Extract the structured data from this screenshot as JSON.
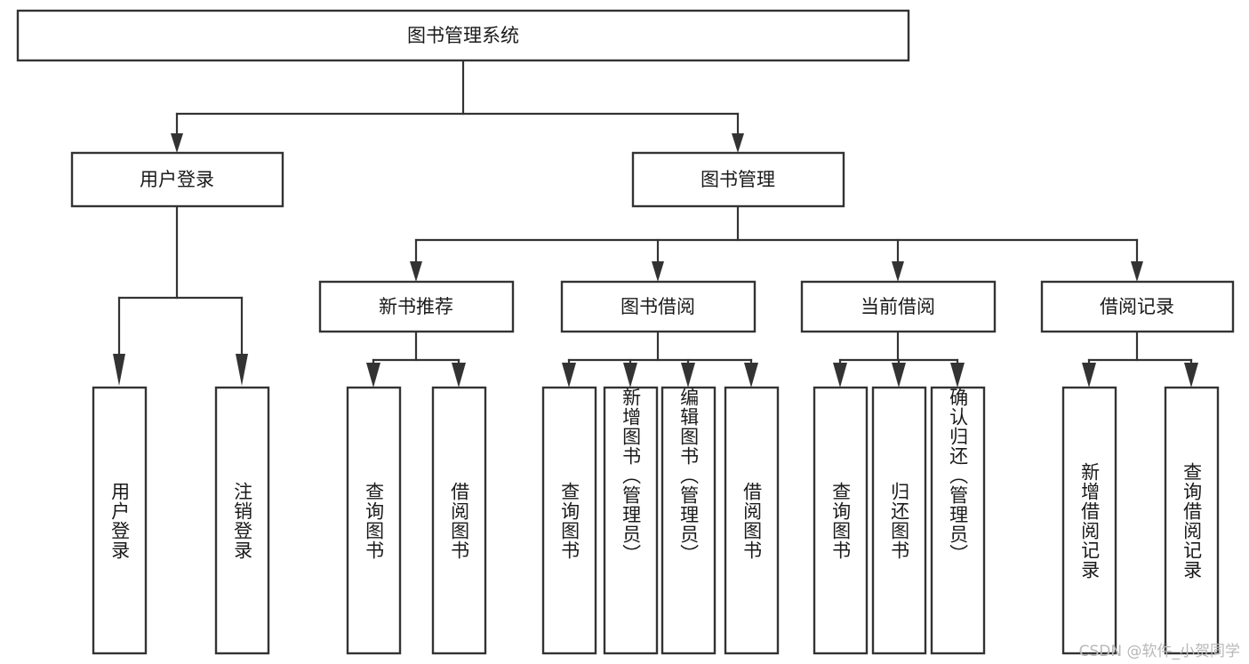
{
  "diagram": {
    "type": "tree-hierarchy-flowchart",
    "title": "图书管理系统",
    "root": {
      "id": "root",
      "label": "图书管理系统",
      "orientation": "horizontal"
    },
    "level1": [
      {
        "id": "user-login",
        "label": "用户登录",
        "orientation": "horizontal"
      },
      {
        "id": "book-management",
        "label": "图书管理",
        "orientation": "horizontal"
      }
    ],
    "level2": [
      {
        "id": "new-book-recommend",
        "label": "新书推荐",
        "parent": "book-management",
        "orientation": "horizontal"
      },
      {
        "id": "book-borrow",
        "label": "图书借阅",
        "parent": "book-management",
        "orientation": "horizontal"
      },
      {
        "id": "current-borrow",
        "label": "当前借阅",
        "parent": "book-management",
        "orientation": "horizontal"
      },
      {
        "id": "borrow-record",
        "label": "借阅记录",
        "parent": "book-management",
        "orientation": "horizontal"
      }
    ],
    "leaves": [
      {
        "id": "leaf-user-login",
        "label": "用户登录",
        "parent": "user-login",
        "orientation": "vertical"
      },
      {
        "id": "leaf-logout-login",
        "label": "注销登录",
        "parent": "user-login",
        "orientation": "vertical"
      },
      {
        "id": "leaf-query-book-1",
        "label": "查询图书",
        "parent": "new-book-recommend",
        "orientation": "vertical"
      },
      {
        "id": "leaf-borrow-book-1",
        "label": "借阅图书",
        "parent": "new-book-recommend",
        "orientation": "vertical"
      },
      {
        "id": "leaf-query-book-2",
        "label": "查询图书",
        "parent": "book-borrow",
        "orientation": "vertical"
      },
      {
        "id": "leaf-add-book",
        "label": "新增图书（管理员）",
        "parent": "book-borrow",
        "orientation": "vertical"
      },
      {
        "id": "leaf-edit-book",
        "label": "编辑图书（管理员）",
        "parent": "book-borrow",
        "orientation": "vertical"
      },
      {
        "id": "leaf-borrow-book-2",
        "label": "借阅图书",
        "parent": "book-borrow",
        "orientation": "vertical"
      },
      {
        "id": "leaf-query-book-3",
        "label": "查询图书",
        "parent": "current-borrow",
        "orientation": "vertical"
      },
      {
        "id": "leaf-return-book",
        "label": "归还图书",
        "parent": "current-borrow",
        "orientation": "vertical"
      },
      {
        "id": "leaf-confirm-return",
        "label": "确认归还（管理员）",
        "parent": "current-borrow",
        "orientation": "vertical"
      },
      {
        "id": "leaf-add-record",
        "label": "新增借阅记录",
        "parent": "borrow-record",
        "orientation": "vertical"
      },
      {
        "id": "leaf-query-record",
        "label": "查询借阅记录",
        "parent": "borrow-record",
        "orientation": "vertical"
      }
    ],
    "watermark": "CSDN @软件_小贺同学",
    "colors": {
      "box_stroke": "#333333",
      "box_fill": "#ffffff",
      "text": "#1a1a1a",
      "connector": "#333333",
      "watermark": "#b8b8b8",
      "background": "#ffffff"
    }
  }
}
